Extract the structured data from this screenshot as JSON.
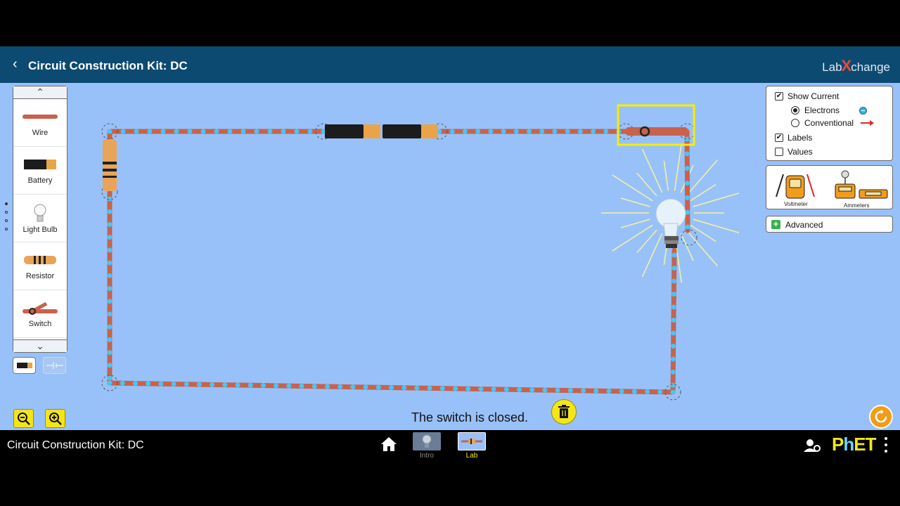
{
  "header": {
    "title": "Circuit Construction Kit: DC",
    "brand_prefix": "Lab",
    "brand_x": "X",
    "brand_suffix": "change"
  },
  "toolbox": {
    "items": [
      {
        "label": "Wire",
        "icon": "wire-icon"
      },
      {
        "label": "Battery",
        "icon": "battery-icon"
      },
      {
        "label": "Light Bulb",
        "icon": "light-bulb-icon"
      },
      {
        "label": "Resistor",
        "icon": "resistor-icon"
      },
      {
        "label": "Switch",
        "icon": "switch-icon"
      }
    ]
  },
  "controls": {
    "show_current": "Show Current",
    "electrons": "Electrons",
    "conventional": "Conventional",
    "labels": "Labels",
    "values": "Values",
    "voltmeter": "Voltmeter",
    "ammeters": "Ammeters",
    "advanced": "Advanced",
    "show_current_checked": true,
    "electrons_selected": true,
    "labels_checked": true,
    "values_checked": false
  },
  "status": {
    "message": "The switch is closed."
  },
  "nav": {
    "title": "Circuit Construction Kit: DC",
    "screens": [
      {
        "label": "Intro"
      },
      {
        "label": "Lab"
      }
    ],
    "logo_p": "P",
    "logo_he": "h",
    "logo_et": "ET"
  },
  "colors": {
    "accent": "#f4e51a",
    "header": "#0c4a72",
    "stage": "#99c1f9",
    "electron": "#2fb4ea"
  }
}
